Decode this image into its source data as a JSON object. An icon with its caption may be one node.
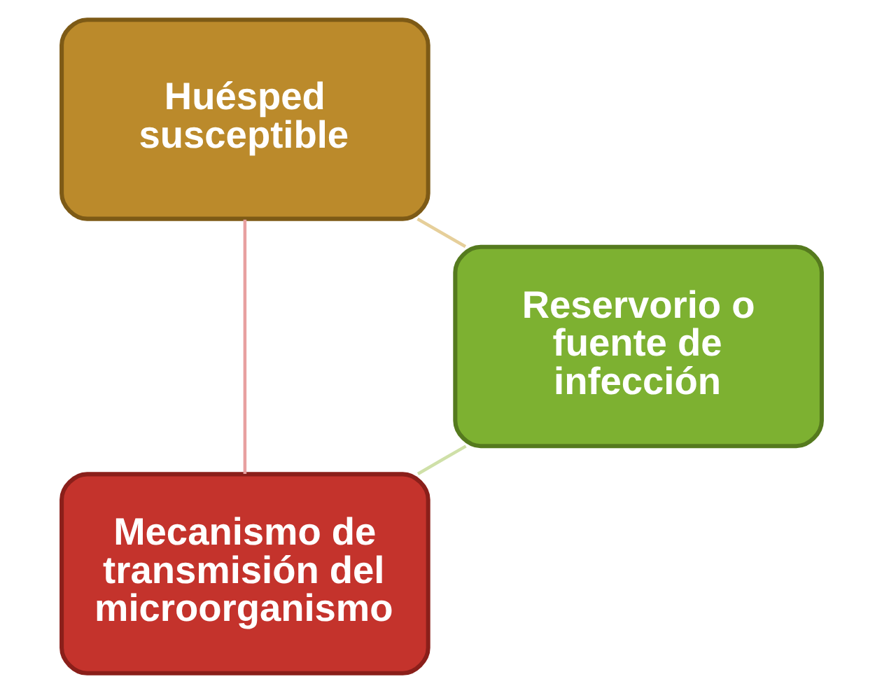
{
  "diagram": {
    "nodes": [
      {
        "text": [
          "Mecanismo de transmisión del microorganismo"
        ]
      },
      {
        "text": [
          "Reservorio o fuente de infección"
        ]
      },
      {
        "text": [
          "Huésped susceptible"
        ]
      }
    ],
    "edges": [
      {
        "from": 0,
        "to": 2,
        "arrow": "none",
        "color": "#e8a0a0"
      },
      {
        "from": 2,
        "to": 1,
        "arrow": "none",
        "color": "#e6cf9a"
      },
      {
        "from": 1,
        "to": 0,
        "arrow": "none",
        "color": "#cfe0a8"
      }
    ]
  }
}
